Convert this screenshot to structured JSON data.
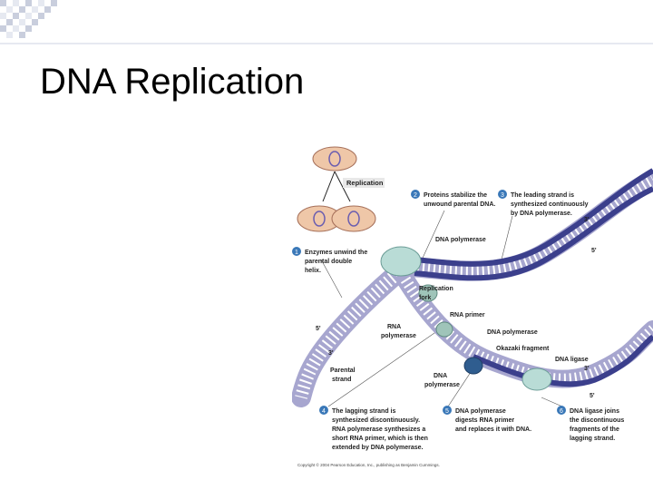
{
  "slide": {
    "title": "DNA Replication"
  },
  "colors": {
    "strand_dark": "#3b3f8c",
    "strand_light": "#a7a6cf",
    "enzyme": "#b9dcd6",
    "step_badge": "#3a78b8",
    "cell": "#efc7a8",
    "checker_light": "#e6e9f1",
    "checker_dark": "#c9cedd"
  },
  "diagram": {
    "replication_label": "Replication",
    "steps": [
      {
        "number": "1",
        "lines": [
          "Enzymes unwind the",
          "parental double",
          "helix."
        ]
      },
      {
        "number": "2",
        "lines": [
          "Proteins stabilize the",
          "unwound parental DNA."
        ]
      },
      {
        "number": "3",
        "lines": [
          "The leading strand is",
          "synthesized continuously",
          "by DNA polymerase."
        ]
      },
      {
        "number": "4",
        "lines": [
          "The lagging strand is",
          "synthesized discontinuously.",
          "RNA polymerase synthesizes a",
          "short RNA primer, which is then",
          "extended by DNA polymerase."
        ]
      },
      {
        "number": "5",
        "lines": [
          "DNA polymerase",
          "digests RNA primer",
          "and replaces it with DNA."
        ]
      },
      {
        "number": "6",
        "lines": [
          "DNA ligase joins",
          "the discontinuous",
          "fragments of the",
          "lagging strand."
        ]
      }
    ],
    "labels": {
      "dna_polymerase_top": "DNA polymerase",
      "replication_fork": [
        "Replication",
        "fork"
      ],
      "rna_primer": "RNA primer",
      "rna_polymerase": [
        "RNA",
        "polymerase"
      ],
      "dna_polymerase_mid": "DNA polymerase",
      "okazaki": "Okazaki fragment",
      "dna_ligase": "DNA ligase",
      "dna_polymerase_low": [
        "DNA",
        "polymerase"
      ],
      "parental_strand": [
        "Parental",
        "strand"
      ],
      "three_prime": "3'",
      "five_prime": "5'"
    },
    "copyright": "Copyright © 2004 Pearson Education, Inc., publishing as Benjamin Cummings."
  }
}
